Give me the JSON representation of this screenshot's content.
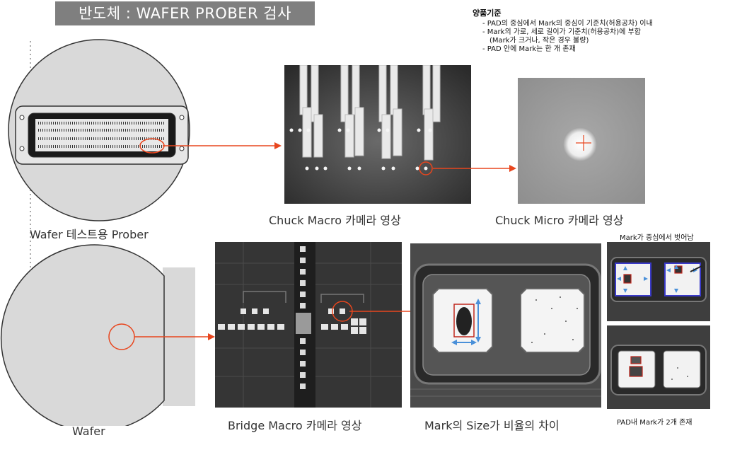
{
  "title": "반도체 : WAFER PROBER 검사",
  "criteria": {
    "heading": "양품기준",
    "items": [
      "- PAD의 중심에서 Mark의 중심이 기준치(허용공차) 이내",
      "- Mark의 가로, 세로 길이가 기준치(허용공차)에 부합",
      "  (Mark가 크거나, 작은 경우 불량)",
      "- PAD 안에 Mark는 한 개 존재"
    ]
  },
  "captions": {
    "prober": "Wafer 테스트용 Prober",
    "chuck_macro": "Chuck Macro 카메라 영상",
    "chuck_micro": "Chuck Micro 카메라 영상",
    "wafer": "Wafer",
    "bridge_macro": "Bridge Macro 카메라 영상",
    "mark_size": "Mark의 Size가 비율의 차이",
    "mark_off_center": "Mark가 중심에서 벗어남",
    "two_marks": "PAD내 Mark가 2개 존재"
  },
  "colors": {
    "title_bg": "#7f7f7f",
    "arrow": "#e8461e",
    "highlight": "#e8461e"
  }
}
